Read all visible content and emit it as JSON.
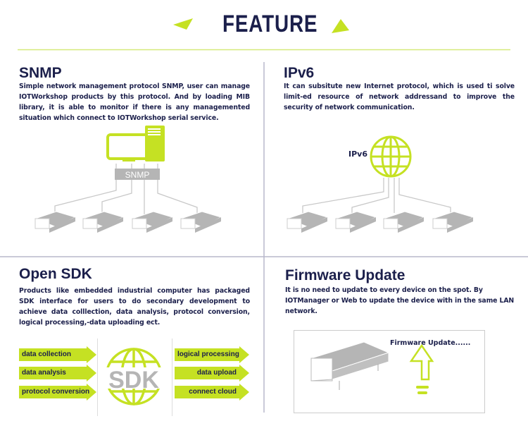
{
  "header": {
    "title": "FEATURE"
  },
  "colors": {
    "accent": "#c5e123",
    "text": "#1b1f4b",
    "gray": "#b5b5b5"
  },
  "snmp": {
    "title": "SNMP",
    "description": "Simple network management protocol SNMP, user can manage IOTWorkshop products by this protocol. And by loading MIB library, it is able to monitor if there is any managemented situation which connect to IOTWorkshop serial service.",
    "diagram_label": "SNMP"
  },
  "ipv6": {
    "title": "IPv6",
    "description": "It can subsitute new Internet protocol, which is used ti solve limit-ed resource of network addressand to improve the security of network communication.",
    "diagram_label": "IPv6"
  },
  "sdk": {
    "title": "Open SDK",
    "description": "Products like embedded industrial computer has packaged SDK interface for users to do secondary development to achieve data colllection, data analysis, protocol conversion, logical processing,-data uploading ect.",
    "logo_text": "SDK",
    "left_items": [
      "data collection",
      "data analysis",
      "protocol conversion"
    ],
    "right_items": [
      "logical processing",
      "data upload",
      "connect cloud"
    ]
  },
  "firmware": {
    "title": "Firmware Update",
    "description": "It is no need to update to every device on the spot. By IOTManager or Web to update the device with in the same LAN network.",
    "panel_label": "Firmware Update......"
  }
}
